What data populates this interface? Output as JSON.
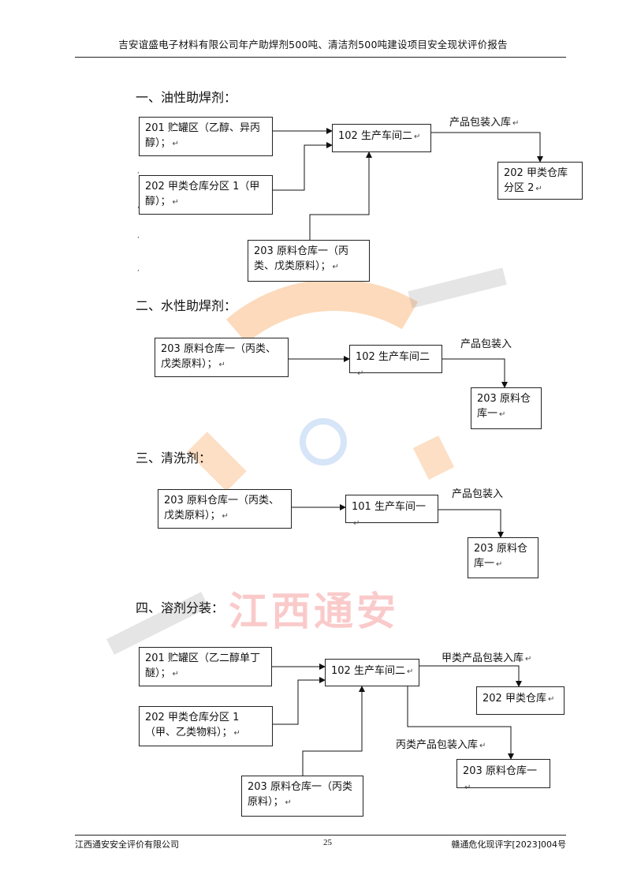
{
  "header": {
    "title": "吉安谊盛电子材料有限公司年产助焊剂500吨、清洁剂500吨建设项目安全现状评价报告"
  },
  "footer": {
    "company": "江西通安安全评价有限公司",
    "page_number": "25",
    "report_code": "赣通危化现评字[2023]004号"
  },
  "watermark": {
    "text": "江西通安"
  },
  "section1": {
    "heading": "一、油性助焊剂：",
    "box_tank": "201 贮罐区（乙醇、异丙醇）；",
    "box_class_a": "202 甲类仓库分区 1（甲醇）；",
    "box_raw": "203 原料仓库一（丙类、戊类原料）；",
    "box_workshop": "102 生产车间二",
    "label_pack": "产品包装入库",
    "box_dest": "202 甲类仓库分区 2"
  },
  "section2": {
    "heading": "二、水性助焊剂：",
    "box_raw": "203 原料仓库一（丙类、戊类原料）；",
    "box_workshop": "102 生产车间二",
    "label_pack": "产品包装入",
    "box_dest": "203 原料仓库一"
  },
  "section3": {
    "heading": "三、清洗剂：",
    "box_raw": "203 原料仓库一（丙类、戊类原料）；",
    "box_workshop": "101 生产车间一",
    "label_pack": "产品包装入",
    "box_dest": "203 原料仓库一"
  },
  "section4": {
    "heading": "四、溶剂分装：",
    "box_tank": "201 贮罐区（乙二醇单丁醚）；",
    "box_class_a": "202 甲类仓库分区 1（甲、乙类物料）；",
    "box_raw": "203 原料仓库一（丙类原料）；",
    "box_workshop": "102 生产车间二",
    "label_pack_a": "甲类产品包装入库",
    "box_dest_a": "202 甲类仓库",
    "label_pack_c": "丙类产品包装入库",
    "box_dest_c": "203 原料仓库一"
  }
}
